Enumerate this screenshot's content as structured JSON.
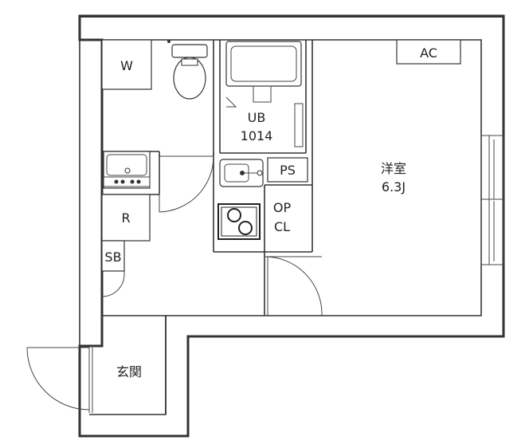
{
  "labels": {
    "washer": "W",
    "unit_bath_line1": "UB",
    "unit_bath_line2": "1014",
    "aircon": "AC",
    "pipe_space": "PS",
    "western_room_line1": "洋室",
    "western_room_line2": "6.3J",
    "fridge": "R",
    "open_closet_line1": "OP",
    "open_closet_line2": "CL",
    "shoe_box": "SB",
    "entrance": "玄関"
  }
}
